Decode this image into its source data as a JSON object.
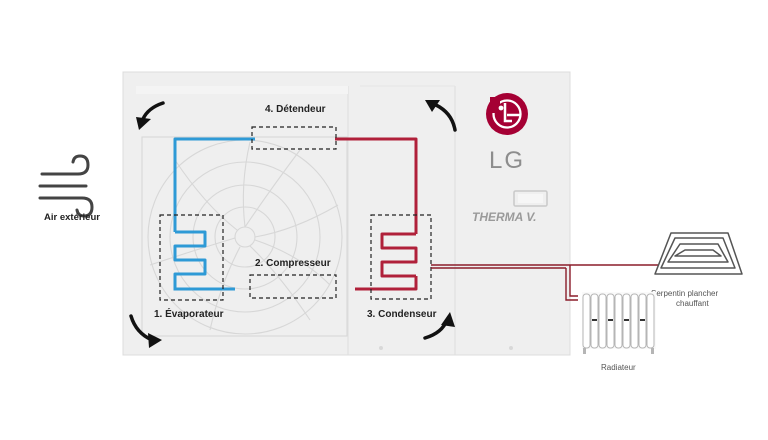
{
  "diagram": {
    "labels": {
      "outdoor_air": "Air extérieur",
      "expansion_valve": "4. Détendeur",
      "compressor": "2. Compresseur",
      "evaporator": "1. Évaporateur",
      "condenser": "3. Condenseur",
      "floor_coil_line1": "Serpentin plancher",
      "floor_coil_line2": "chauffant",
      "radiator": "Radiateur"
    },
    "brand": {
      "name": "LG",
      "product": "THERMA V."
    },
    "colors": {
      "cold_refrigerant": "#2e9ad6",
      "hot_refrigerant": "#b0203a",
      "water_circuit": "#8b1d2a",
      "lg_red": "#a50034",
      "unit_body": "#efefef",
      "unit_border": "#dcdcdc"
    },
    "icons": {
      "wind": "wind-icon",
      "rotation_arrows": "curved-arrow-icon",
      "radiator": "radiator-icon",
      "floor_coil": "floor-coil-icon"
    }
  }
}
